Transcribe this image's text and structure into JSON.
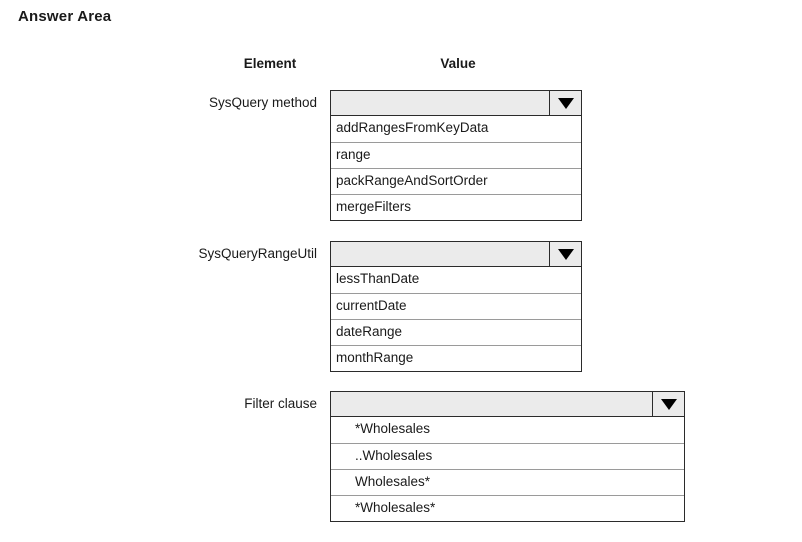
{
  "page": {
    "title": "Answer Area",
    "columns": {
      "element": "Element",
      "value": "Value"
    }
  },
  "rows": [
    {
      "label": "SysQuery method",
      "selected_value": "",
      "arrow_icon": "chevron-down-icon",
      "options": [
        "addRangesFromKeyData",
        "range",
        "packRangeAndSortOrder",
        "mergeFilters"
      ]
    },
    {
      "label": "SysQueryRangeUtil",
      "selected_value": "",
      "arrow_icon": "chevron-down-icon",
      "options": [
        "lessThanDate",
        "currentDate",
        "dateRange",
        "monthRange"
      ]
    },
    {
      "label": "Filter clause",
      "selected_value": "",
      "arrow_icon": "chevron-down-icon",
      "options": [
        "*Wholesales",
        "..Wholesales",
        "Wholesales*",
        "*Wholesales*"
      ]
    }
  ],
  "colors": {
    "combo_fill": "#ebebeb",
    "border": "#2b2b2b",
    "list_fill": "#ffffff",
    "row_divider": "#9a9a9a",
    "text": "#1a1a1a",
    "background": "#ffffff"
  }
}
